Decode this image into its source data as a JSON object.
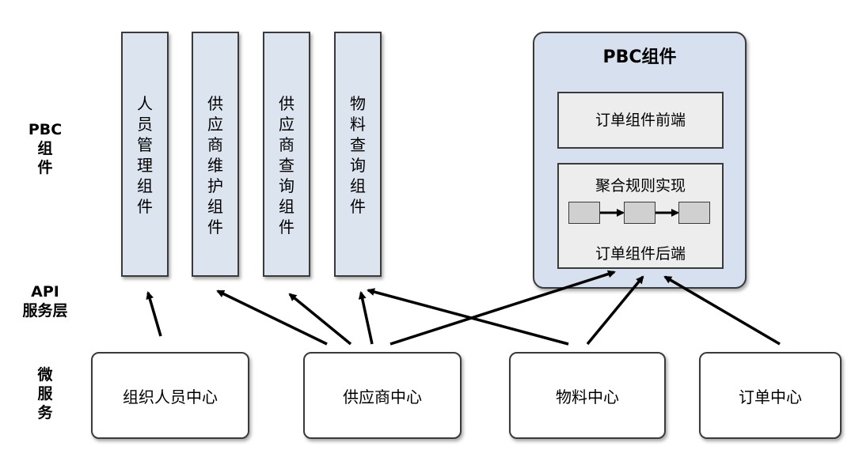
{
  "layers": {
    "pbc": "PBC\n组\n件",
    "api": "API\n服务层",
    "micro": "微\n服\n务"
  },
  "pbc_components": [
    {
      "label": "人员管理组件"
    },
    {
      "label": "供应商维护组件"
    },
    {
      "label": "供应商查询组件"
    },
    {
      "label": "物料查询组件"
    }
  ],
  "pbc_panel": {
    "title": "PBC组件",
    "frontend": "订单组件前端",
    "rule_title": "聚合规则实现",
    "backend": "订单组件后端"
  },
  "microservices": [
    {
      "label": "组织人员中心"
    },
    {
      "label": "供应商中心"
    },
    {
      "label": "物料中心"
    },
    {
      "label": "订单中心"
    }
  ]
}
